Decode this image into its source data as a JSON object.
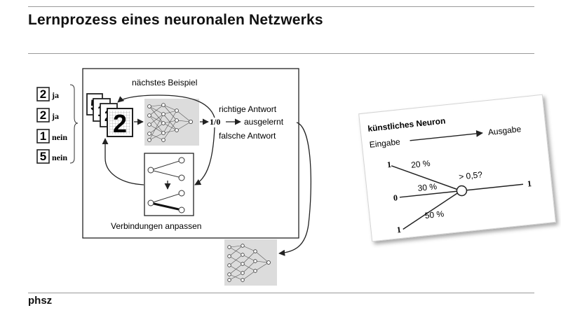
{
  "title": "Lernprozess eines neuronalen Netzwerks",
  "footer": "phsz",
  "examples": [
    {
      "digit": "2",
      "label": "ja"
    },
    {
      "digit": "2",
      "label": "ja"
    },
    {
      "digit": "1",
      "label": "nein"
    },
    {
      "digit": "5",
      "label": "nein"
    }
  ],
  "learning_cycle": {
    "next_example": "nächstes Beispiel",
    "front_digit": "2",
    "output": "1/0",
    "correct_answer": "richtige Antwort",
    "learned": "ausgelernt",
    "wrong_answer": "falsche Antwort",
    "adjust_connections": "Verbindungen anpassen"
  },
  "neuron": {
    "title": "künstliches Neuron",
    "input_label": "Eingabe",
    "output_label": "Ausgabe",
    "inputs": [
      {
        "value": "1",
        "weight": "20 %"
      },
      {
        "value": "0",
        "weight": "30 %"
      },
      {
        "value": "1",
        "weight": "50 %"
      }
    ],
    "threshold": "> 0,5?",
    "output_value": "1"
  }
}
